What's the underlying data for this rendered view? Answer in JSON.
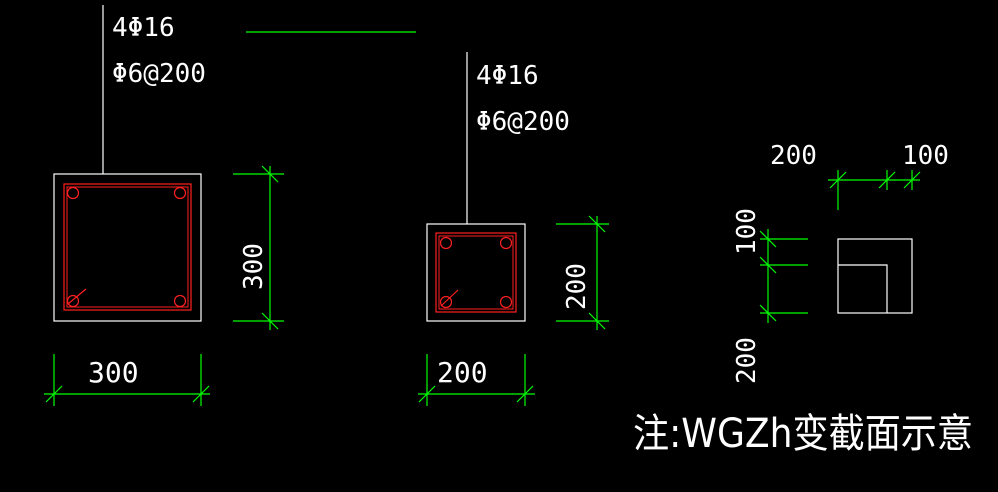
{
  "colors": {
    "background": "#000000",
    "outline": "#ffffff",
    "rebar": "#ff2020",
    "dimension": "#00ff00"
  },
  "sections": [
    {
      "rebar_main": "4Φ16",
      "stirrup": "Φ6@200",
      "width_label": "300",
      "height_label": "300"
    },
    {
      "rebar_main": "4Φ16",
      "stirrup": "Φ6@200",
      "width_label": "200",
      "height_label": "200"
    }
  ],
  "transition_detail": {
    "top_dims": [
      "200",
      "100"
    ],
    "side_dims": [
      "100",
      "200"
    ]
  },
  "note": "注:WGZh变截面示意"
}
